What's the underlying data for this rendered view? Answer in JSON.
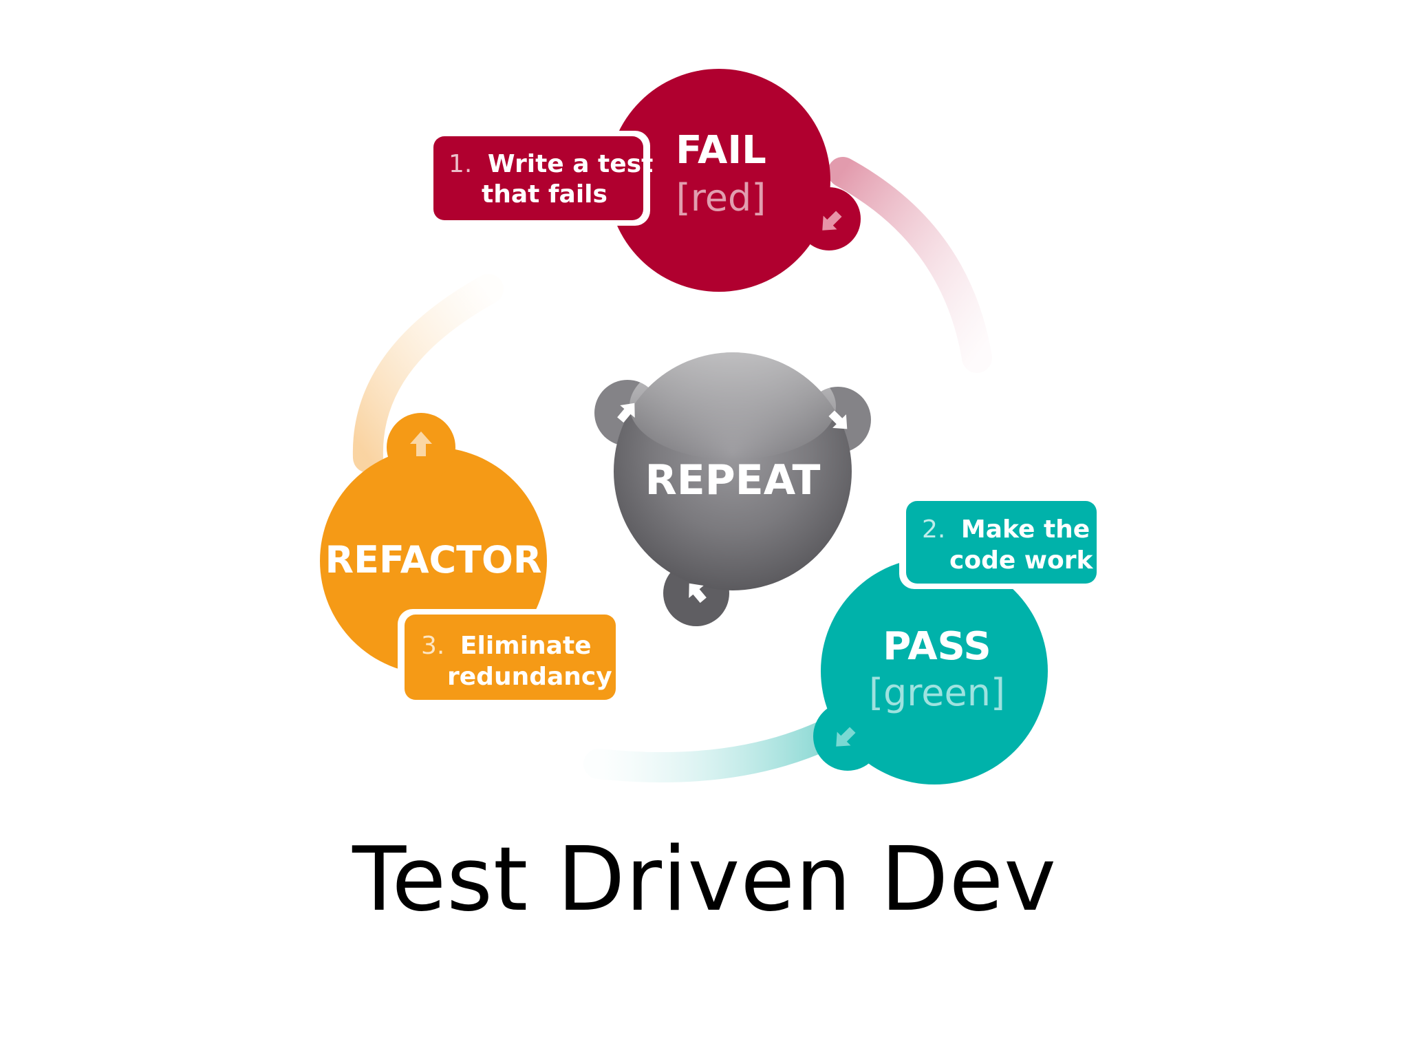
{
  "colors": {
    "fail": "#b0002f",
    "pass": "#00b2aa",
    "refactor": "#f59a16",
    "repeat": "#6f6e72",
    "caption": "#000000",
    "background": "#ffffff"
  },
  "nodes": {
    "fail": {
      "title": "FAIL",
      "subtitle": "[red]"
    },
    "pass": {
      "title": "PASS",
      "subtitle": "[green]"
    },
    "refactor": {
      "title": "REFACTOR"
    },
    "repeat": {
      "title": "REPEAT"
    }
  },
  "steps": {
    "write_test": {
      "number": "1.",
      "line1": "Write a test",
      "line2": "that fails"
    },
    "make_work": {
      "number": "2.",
      "line1": "Make the",
      "line2": "code work"
    },
    "eliminate": {
      "number": "3.",
      "line1": "Eliminate",
      "line2": "redundancy"
    }
  },
  "icons": {
    "fail_arrow": "arrow-down-right-icon",
    "pass_arrow": "arrow-down-left-icon",
    "refactor_arrow": "arrow-up-icon",
    "repeat_arrows": "cycle-arrows-icon"
  },
  "caption": "Test Driven Dev"
}
